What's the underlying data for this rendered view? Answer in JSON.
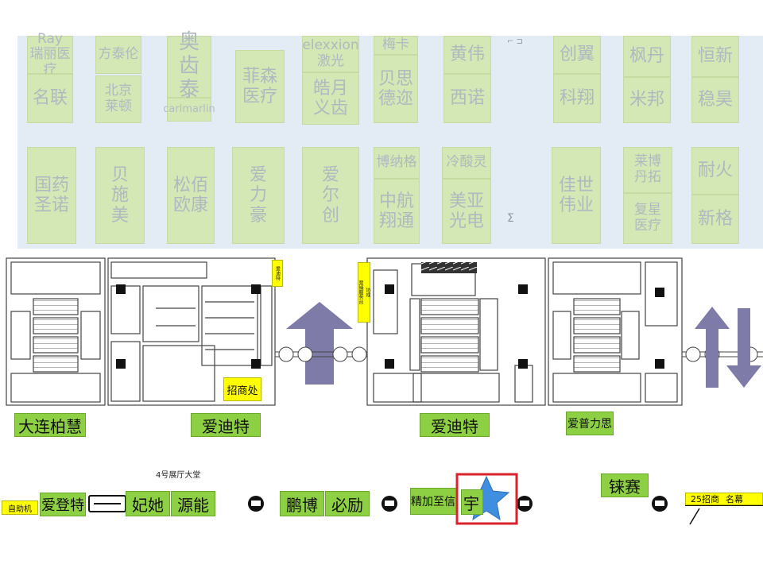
{
  "upper_booths": [
    {
      "label": "Ray\n瑞丽医疗"
    },
    {
      "label": "方泰伦"
    },
    {
      "label": "奥\n齿\n泰"
    },
    {
      "label": "carlmarlin"
    },
    {
      "label": "elexxion\n激光"
    },
    {
      "label": "梅卡"
    },
    {
      "label": "黄伟"
    },
    {
      "label": "创翼"
    },
    {
      "label": "枫丹"
    },
    {
      "label": "恒新"
    },
    {
      "label": "名联"
    },
    {
      "label": "北京\n莱顿"
    },
    {
      "label": "菲森\n医疗"
    },
    {
      "label": "皓月\n义齿"
    },
    {
      "label": "贝思\n德迩"
    },
    {
      "label": "西诺"
    },
    {
      "label": "科翔"
    },
    {
      "label": "米邦"
    },
    {
      "label": "稳昊"
    },
    {
      "label": "国药\n圣诺"
    },
    {
      "label": "贝\n施\n美"
    },
    {
      "label": "松佰\n欧康"
    },
    {
      "label": "爱\n力\n豪"
    },
    {
      "label": "爱\n尔\n创"
    },
    {
      "label": "博纳格"
    },
    {
      "label": "中航\n翔通"
    },
    {
      "label": "冷酸灵"
    },
    {
      "label": "美亚\n光电"
    },
    {
      "label": "佳世\n伟业"
    },
    {
      "label": "莱博\n丹拓"
    },
    {
      "label": "复星\n医疗"
    },
    {
      "label": "耐火"
    },
    {
      "label": "新格"
    }
  ],
  "mid_marker": "Σ",
  "plan_labels": {
    "zhaoshang": "招商处",
    "shop_left_top": "爱迪特",
    "shop_mid_v1": "协成",
    "shop_mid_v2": "营销服务台"
  },
  "hall_names": {
    "dalian": "大连柏慧",
    "aidite_1": "爱迪特",
    "aidite_2": "爱迪特",
    "aipuli": "爱普力思"
  },
  "lobby_title": "4号展厅大堂",
  "bottom_labels": {
    "atm": "自助机",
    "aidengte": "爱登特",
    "feita": "妃她",
    "yuanneng": "源能",
    "pengbo": "鹏博",
    "bili": "必励",
    "jingjia": "精加至信",
    "yu": "宇",
    "lasai": "铼赛",
    "zhaoshang25": "25招商",
    "mingmu": "名幕"
  },
  "colors": {
    "booth_green": "#8ed043",
    "faded_green": "#d3e8b4",
    "arrow_purple": "#7f7ba8",
    "highlight_red": "#d9232b",
    "star_blue": "#3f8ee0",
    "yellow": "#ffff00"
  }
}
